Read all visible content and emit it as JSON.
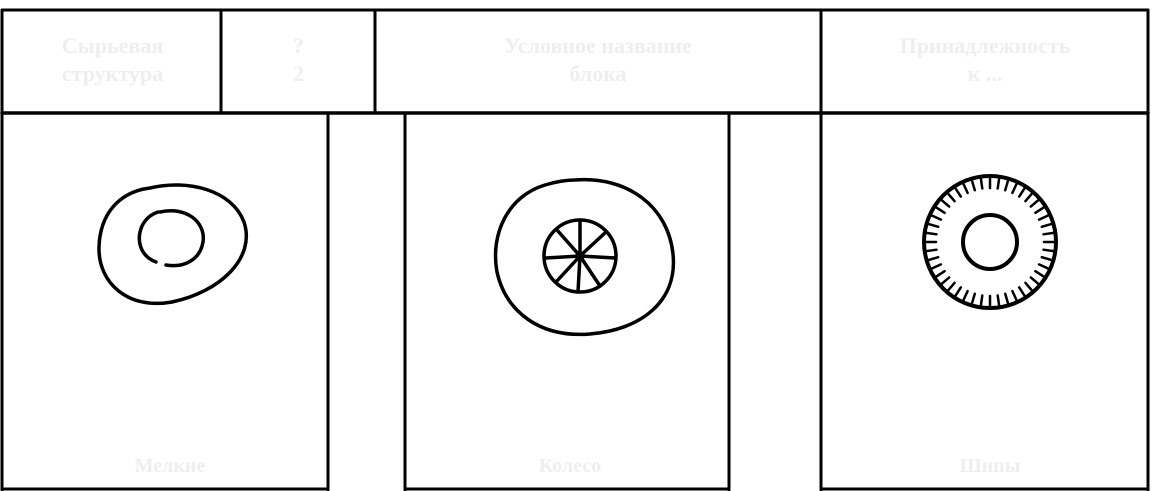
{
  "header": {
    "cell1": {
      "line1": "Сырьевая",
      "line2": "структура"
    },
    "cell2": {
      "line1": "?",
      "line2": "2"
    },
    "cell3": {
      "line1": "Условное название",
      "line2": "блока"
    },
    "cell4": {
      "line1": "Принадлежность",
      "line2": "к ..."
    }
  },
  "panels": [
    {
      "caption": "Мелкие"
    },
    {
      "caption": "Колесо"
    },
    {
      "caption": "Шипы"
    }
  ],
  "colors": {
    "ink": "#000000",
    "paper": "#ffffff",
    "faint_text": "#eeeeee"
  }
}
